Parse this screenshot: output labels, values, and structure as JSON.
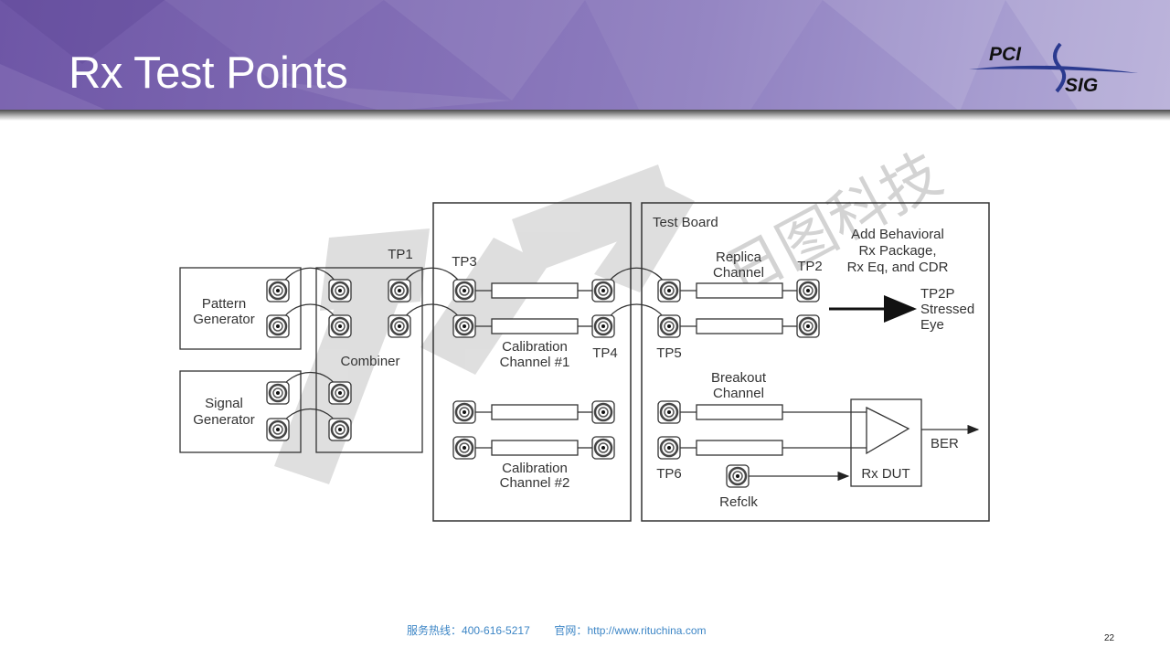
{
  "header": {
    "title": "Rx Test Points",
    "logo": {
      "top": "PCI",
      "bottom": "SIG"
    }
  },
  "diagram": {
    "blocks": {
      "pattern_generator": [
        "Pattern",
        "Generator"
      ],
      "signal_generator": [
        "Signal",
        "Generator"
      ],
      "combiner": "Combiner",
      "test_board": "Test Board",
      "rx_dut": "Rx DUT"
    },
    "channels": {
      "calibration_1": [
        "Calibration",
        "Channel #1"
      ],
      "calibration_2": [
        "Calibration",
        "Channel #2"
      ],
      "replica": [
        "Replica",
        "Channel"
      ],
      "breakout": [
        "Breakout",
        "Channel"
      ]
    },
    "test_points": {
      "tp1": "TP1",
      "tp2": "TP2",
      "tp3": "TP3",
      "tp4": "TP4",
      "tp5": "TP5",
      "tp6": "TP6"
    },
    "annotations": {
      "behavioral": [
        "Add Behavioral",
        "Rx Package,",
        "Rx Eq, and CDR"
      ],
      "stressed_eye": [
        "TP2P",
        "Stressed",
        "Eye"
      ],
      "ber": "BER",
      "refclk": "Refclk"
    }
  },
  "watermark": {
    "brand": "RiTU",
    "chinese": "日图科技"
  },
  "footer": {
    "hotline_label": "服务热线：",
    "hotline": "400-616-5217",
    "website_label": "官网：",
    "website": "http://www.rituchina.com"
  },
  "page_number": "22"
}
